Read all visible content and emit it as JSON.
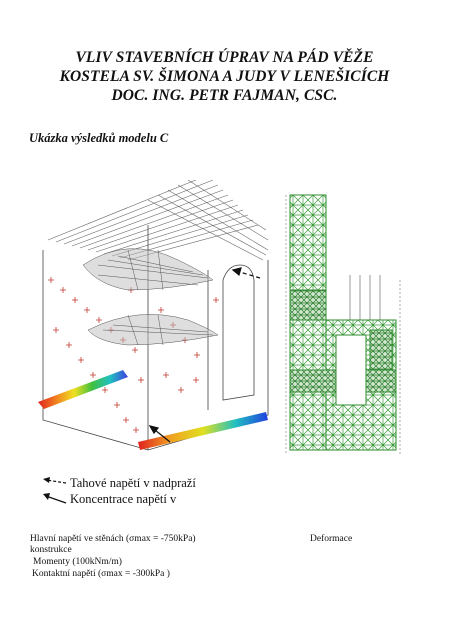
{
  "header": {
    "title_line1": "VLIV STAVEBNÍCH ÚPRAV NA PÁD VĚŽE",
    "title_line2": "KOSTELA SV. ŠIMONA A JUDY V LENEŠICÍCH",
    "title_line3": "DOC. ING. PETR FAJMAN, CSC."
  },
  "subtitle": "Ukázka výsledků modelu C",
  "legend": {
    "tension": "Tahové napětí v nadpraží",
    "concentration": "Koncentrace napětí v"
  },
  "captions": {
    "line1": "Hlavní napětí ve stěnách (σmax = -750kPa)",
    "line2": "konstrukce",
    "line3": "Momenty (100kNm/m)",
    "line4": "Kontaktní napětí (σmax = -300kPa )",
    "deformation": "Deformace"
  },
  "colors": {
    "model_green": "#2e8b2e",
    "stress_red": "#c0392b",
    "contour_gradient": [
      "#e02020",
      "#f08020",
      "#f0e020",
      "#40c040",
      "#20c0c0",
      "#2040e0",
      "#8020c0"
    ]
  }
}
